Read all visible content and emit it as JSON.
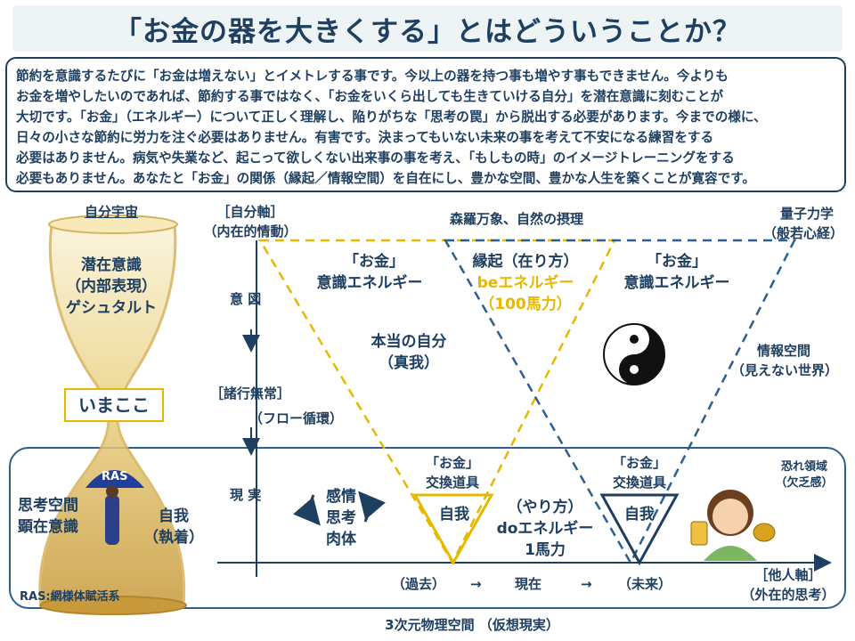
{
  "title": "「お金の器を大きくする」とはどういうことか？",
  "intro_lines": [
    "節約を意識するたびに「お金は増えない」とイメトレする事です。今以上の器を持つ事も増やす事もできません。今よりも",
    "お金を増やしたいのであれば、節約する事ではなく、「お金をいくら出しても生きていける自分」を潜在意識に刻むことが",
    "大切です。「お金」（エネルギー）について正しく理解し、陥りがちな「思考の罠」から脱出する必要があります。今までの様に、",
    "日々の小さな節約に労力を注ぐ必要はありません。有害です。決まってもいない未来の事を考えて不安になる練習をする",
    "必要はありません。病気や失業など、起こって欲しくない出来事の事を考え、「もしもの時」のイメージトレーニングをする",
    "必要もありません。あなたと「お金」の関係（縁起／情報空間）を自在にし、豊かな空間、豊かな人生を築くことが寛容です。"
  ],
  "left": {
    "self_universe": "自分宇宙",
    "latent_1": "潜在意識",
    "latent_2": "（内部表現）",
    "latent_3": "ゲシュタルト",
    "imakoko": "いまここ",
    "ras_badge": "RAS",
    "thinking_1": "思考空間",
    "thinking_2": "顕在意識",
    "ego_1": "自我",
    "ego_2": "（執着）",
    "ras_note": "RAS:網様体賦活系"
  },
  "axis": {
    "self_axis_1": "［自分軸］",
    "self_axis_2": "（内在的情動）",
    "intent": "意 図",
    "impermanence_1": "［諸行無常］",
    "impermanence_2": "（フロー循環）",
    "reality": "現 実",
    "other_axis_1": "［他人軸］",
    "other_axis_2": "（外在的思考）",
    "timeline_past": "（過去）",
    "timeline_arrow_1": "→",
    "timeline_present": "現在",
    "timeline_arrow_2": "→",
    "timeline_future": "（未来）",
    "bottom_caption": "3次元物理空間 （仮想現実）"
  },
  "top": {
    "shinra": "森羅万象、自然の摂理",
    "quantum_1": "量子力学",
    "quantum_2": "（般若心経）"
  },
  "energy": {
    "money_left_1": "「お金」",
    "money_left_2": "意識エネルギー",
    "engi_1": "縁起（在り方）",
    "engi_2": "beエネルギー",
    "engi_3": "（100馬力）",
    "money_right_1": "「お金」",
    "money_right_2": "意識エネルギー",
    "true_self_1": "本当の自分",
    "true_self_2": "（真我）",
    "info_space_1": "情報空間",
    "info_space_2": "（見えない世界）"
  },
  "lower": {
    "feelings_1": "感情",
    "feelings_2": "思考",
    "feelings_3": "肉体",
    "exchange_left_1": "「お金」",
    "exchange_left_2": "交換道具",
    "ego_tri_left": "自我",
    "yarikata_1": "（やり方）",
    "yarikata_2": "doエネルギー",
    "yarikata_3": "1馬力",
    "exchange_right_1": "「お金」",
    "exchange_right_2": "交換道具",
    "ego_tri_right": "自我",
    "fear_1": "恐れ領域",
    "fear_2": "（欠乏感）"
  },
  "colors": {
    "navy": "#1f3f60",
    "gold": "#e6b800",
    "blue": "#2d5f8e",
    "title_bg": "#eef4f6"
  },
  "icons": [
    "hourglass-illustration",
    "yin-yang-icon",
    "woman-with-calculator-illustration",
    "cycle-arrows-icon"
  ]
}
